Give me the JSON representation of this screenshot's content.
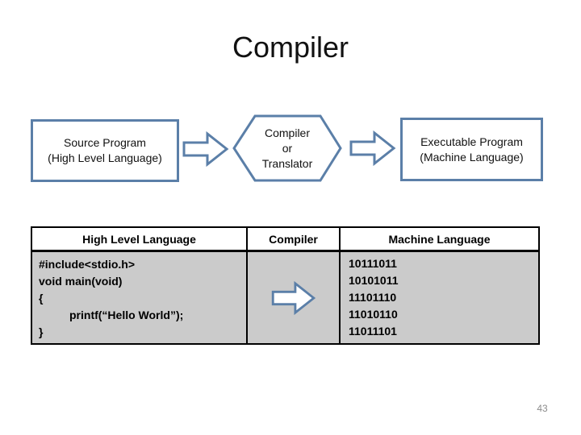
{
  "title": "Compiler",
  "diagram": {
    "source_box": {
      "line1": "Source Program",
      "line2": "(High Level Language)"
    },
    "process_shape": {
      "line1": "Compiler",
      "line2": "or",
      "line3": "Translator"
    },
    "output_box": {
      "line1": "Executable Program",
      "line2": "(Machine Language)"
    },
    "arrow_icon": "right-block-arrow"
  },
  "table": {
    "headers": [
      "High Level Language",
      "Compiler",
      "Machine Language"
    ],
    "code_lines": {
      "0": "#include<stdio.h>",
      "1": "void main(void)",
      "2": "{",
      "3": "printf(“Hello World”);",
      "4": "}"
    },
    "binary_lines": {
      "0": "10111011",
      "1": "10101011",
      "2": "11101110",
      "3": "11010110",
      "4": "11011101"
    }
  },
  "page_number": "43",
  "colors": {
    "shape_border": "#5b7fa8",
    "cell_fill": "#cbcbcb",
    "page_number": "#8c8c8c",
    "text": "#000000"
  }
}
